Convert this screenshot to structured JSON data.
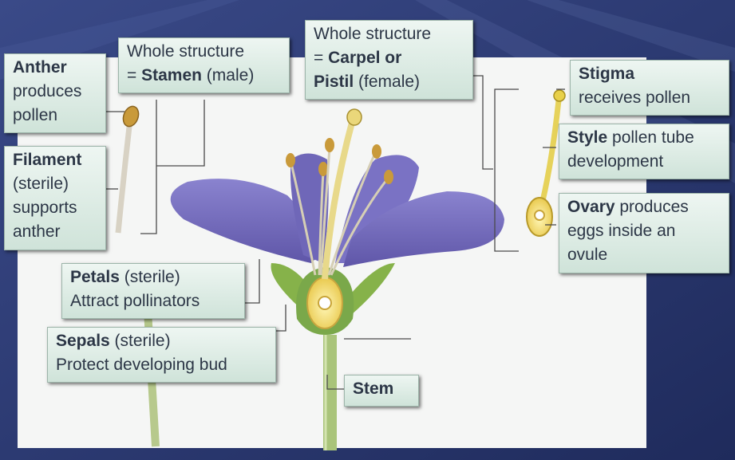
{
  "labels": {
    "anther": {
      "name": "Anther",
      "lines": [
        "produces",
        "pollen"
      ]
    },
    "filament": {
      "name": "Filament",
      "lines": [
        "(sterile)",
        "supports",
        "anther"
      ]
    },
    "stamen": {
      "line1": "Whole structure",
      "prefix": "= ",
      "name": "Stamen",
      "suffix": " (male)"
    },
    "pistil": {
      "line1": "Whole structure",
      "prefix": "= ",
      "name": "Carpel or",
      "name2": "Pistil",
      "suffix": " (female)"
    },
    "stigma": {
      "name": "Stigma",
      "desc": "receives pollen"
    },
    "style": {
      "name": "Style",
      "desc1": " pollen tube",
      "desc2": "development"
    },
    "ovary": {
      "name": "Ovary",
      "desc1": " produces",
      "desc2": "eggs inside an",
      "desc3": "ovule"
    },
    "petals": {
      "name": "Petals",
      "desc1": " (sterile)",
      "desc2": "Attract pollinators"
    },
    "sepals": {
      "name": "Sepals",
      "desc1": " (sterile)",
      "desc2": "Protect developing bud"
    },
    "stem": {
      "name": "Stem"
    }
  },
  "colors": {
    "background": "#2c3a72",
    "panel": "#f5f6f5",
    "petal": "#7a72c4",
    "pistil": "#e8d98a",
    "sepal": "#86b24a",
    "label_text": "#2c3646"
  }
}
